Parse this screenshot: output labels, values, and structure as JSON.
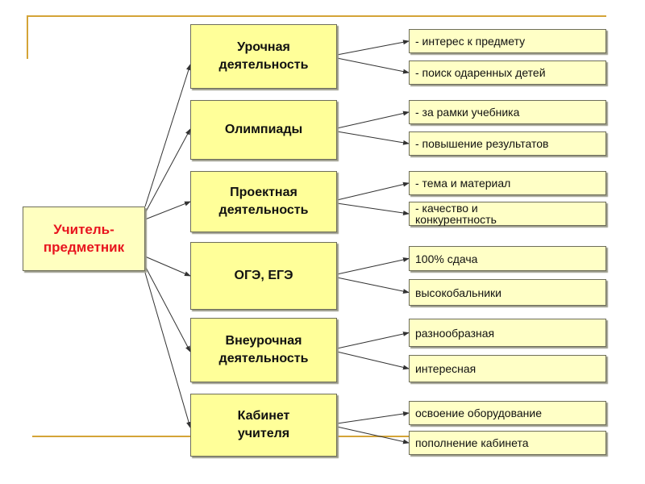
{
  "root": {
    "label": "Учитель-\nпредметник",
    "color": "#e8141e"
  },
  "branches": [
    {
      "label": "Урочная\nдеятельность",
      "leaves": [
        "- интерес к предмету",
        "- поиск одаренных детей"
      ]
    },
    {
      "label": "Олимпиады",
      "leaves": [
        "- за рамки учебника",
        "- повышение результатов"
      ]
    },
    {
      "label": "Проектная\nдеятельность",
      "leaves": [
        "- тема и материал",
        "- качество и\nконкурентность"
      ]
    },
    {
      "label": "ОГЭ, ЕГЭ",
      "leaves": [
        "100% сдача",
        "высокобальники"
      ]
    },
    {
      "label": "Внеурочная\nдеятельность",
      "leaves": [
        "разнообразная",
        "интересная"
      ]
    },
    {
      "label": "Кабинет\nучителя",
      "leaves": [
        "освоение оборудование",
        "пополнение кабинета"
      ]
    }
  ]
}
